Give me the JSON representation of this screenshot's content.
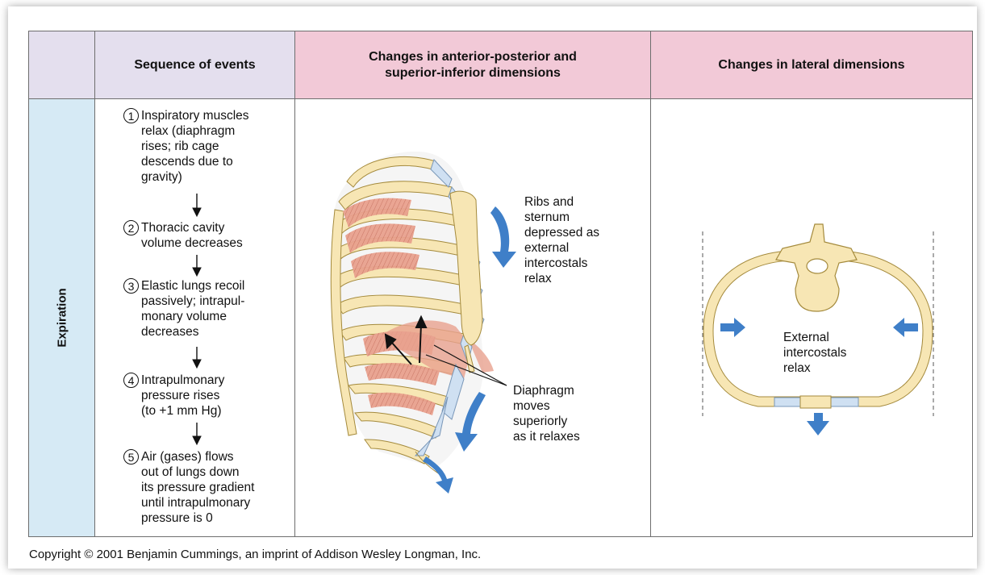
{
  "headers": {
    "sequence": "Sequence of events",
    "ap_si": "Changes in anterior-posterior and superior-inferior dimensions",
    "lateral": "Changes in lateral dimensions"
  },
  "row_label": "Expiration",
  "events": [
    {
      "num": "1",
      "lines": [
        "Inspiratory muscles",
        "relax (diaphragm",
        "rises; rib cage",
        "descends due to",
        "gravity)"
      ]
    },
    {
      "num": "2",
      "lines": [
        "Thoracic cavity",
        "volume decreases"
      ]
    },
    {
      "num": "3",
      "lines": [
        "Elastic lungs recoil",
        "passively; intrapul-",
        "monary volume",
        "decreases"
      ]
    },
    {
      "num": "4",
      "lines": [
        "Intrapulmonary",
        "pressure rises",
        "(to +1 mm Hg)"
      ]
    },
    {
      "num": "5",
      "lines": [
        "Air (gases) flows",
        "out of lungs down",
        "its pressure gradient",
        "until intrapulmonary",
        "pressure is 0"
      ]
    }
  ],
  "labels": {
    "ribs": [
      "Ribs and",
      "sternum",
      "depressed as",
      "external",
      "intercostals",
      "relax"
    ],
    "diaphragm": [
      "Diaphragm",
      "moves",
      "superiorly",
      "as it relaxes"
    ],
    "lateral": [
      "External",
      "intercostals",
      "relax"
    ]
  },
  "copyright": "Copyright © 2001 Benjamin Cummings, an imprint of Addison Wesley Longman, Inc.",
  "colors": {
    "header_purple": "#e4dfee",
    "header_pink": "#f2c9d7",
    "row_label_blue": "#d6eaf5",
    "bone": "#f7e6b4",
    "bone_outline": "#a48a3c",
    "cartilage": "#cfe0f2",
    "muscle": "#e9a18e",
    "arrow_blue": "#3f7fc8"
  }
}
